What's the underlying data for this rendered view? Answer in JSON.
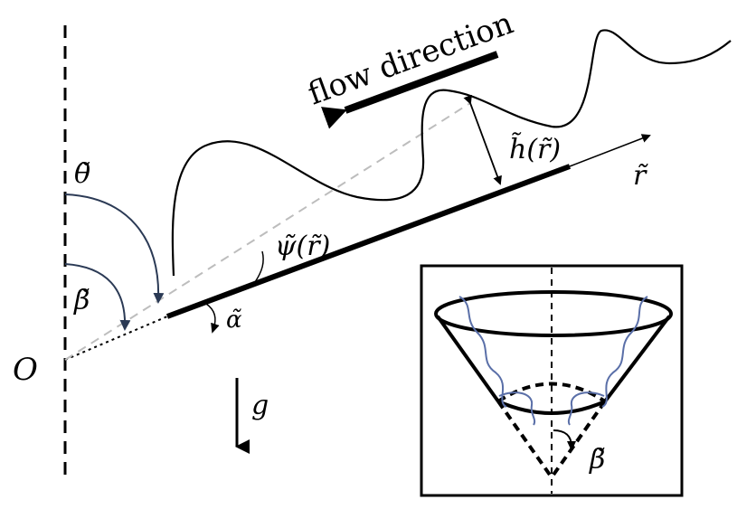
{
  "labels": {
    "origin": "O",
    "theta": "θ̃",
    "beta": "β̃",
    "alpha": "α̃",
    "psi": "ψ̃(r̃)",
    "h": "h̃(r̃)",
    "r": "r̃",
    "gravity": "g",
    "flow": "flow direction",
    "inset_beta": "β̃"
  },
  "colors": {
    "ink": "#000000",
    "arc_blue": "#2b3a55",
    "wave_blue": "#5a6fa8",
    "guide_gray": "#bdbdbd"
  }
}
